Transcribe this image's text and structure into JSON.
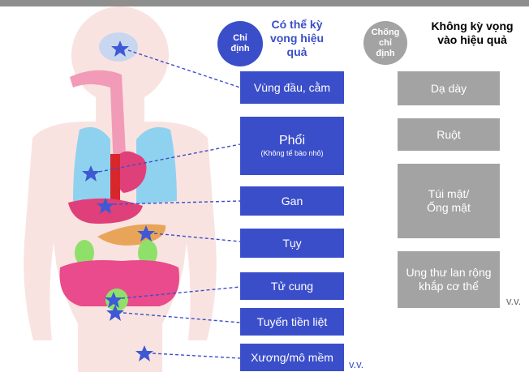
{
  "colors": {
    "indicated": "#3b4ec9",
    "contraindicated": "#a3a3a3",
    "header_text": "#3b4ec9",
    "star": "#3e59d4"
  },
  "headers": {
    "indicated_badge": "Chỉ\nđịnh",
    "indicated_title": "Có thể kỳ\nvọng hiệu\nquả",
    "contra_badge": "Chống\nchỉ\nđịnh",
    "contra_title": "Không kỳ vọng\nvào hiệu quả"
  },
  "indicated": [
    {
      "label": "Vùng đầu, cằm"
    },
    {
      "label": "Phổi",
      "sub": "(Không tế bào nhỏ)"
    },
    {
      "label": "Gan"
    },
    {
      "label": "Tụy"
    },
    {
      "label": "Tử cung"
    },
    {
      "label": "Tuyến tiền liệt"
    },
    {
      "label": "Xương/mô mềm"
    }
  ],
  "contraindicated": [
    {
      "label": "Dạ dày"
    },
    {
      "label": "Ruột"
    },
    {
      "label": "Túi mật/\nỐng mật"
    },
    {
      "label": "Ung thư lan rộng\nkhắp cơ thể"
    }
  ],
  "etc_indicated": "v.v.",
  "etc_contra": "v.v."
}
